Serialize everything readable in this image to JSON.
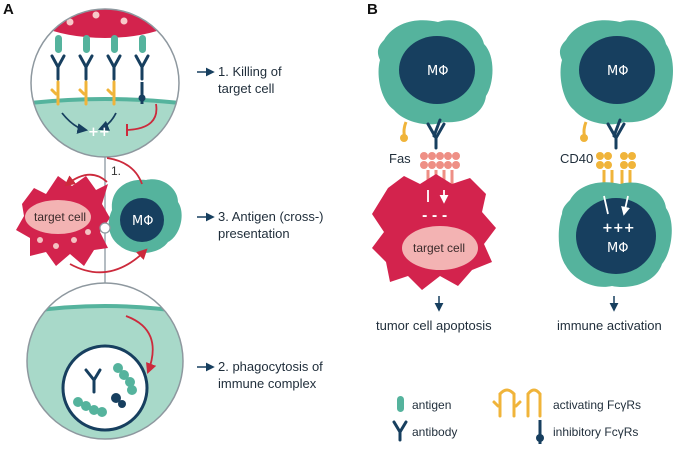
{
  "panels": {
    "a": "A",
    "b": "B"
  },
  "panel_a": {
    "labels": {
      "killing": [
        "1. Killing of",
        "target cell"
      ],
      "presentation": [
        "3. Antigen (cross-)",
        "presentation"
      ],
      "phagocytosis": [
        "2. phagocytosis of",
        "immune complex"
      ]
    },
    "steps": {
      "one": "1.",
      "two": "2."
    },
    "target_cell": "target cell",
    "macrophage": "MΦ",
    "plus_signs": "++"
  },
  "panel_b": {
    "left": {
      "macrophage": "MΦ",
      "receptor": "Fas",
      "target_cell": "target cell",
      "minus_signs": "- - -",
      "outcome": "tumor cell apoptosis"
    },
    "right": {
      "macrophage_top": "MΦ",
      "receptor": "CD40",
      "macrophage_bottom": "MΦ",
      "plus_signs": "+++",
      "outcome": "immune activation"
    }
  },
  "legend": {
    "antigen": "antigen",
    "antibody": "antibody",
    "activating": "activating FcγRs",
    "inhibitory": "inhibitory FcγRs"
  },
  "colors": {
    "teal": "#55b39d",
    "teal_light": "#a8d9c9",
    "navy": "#173f5f",
    "crimson": "#d3234d",
    "pink": "#f3b3b3",
    "salmon": "#ee8f85",
    "gold": "#f0b43a",
    "arrow_red": "#cc2a3c"
  }
}
